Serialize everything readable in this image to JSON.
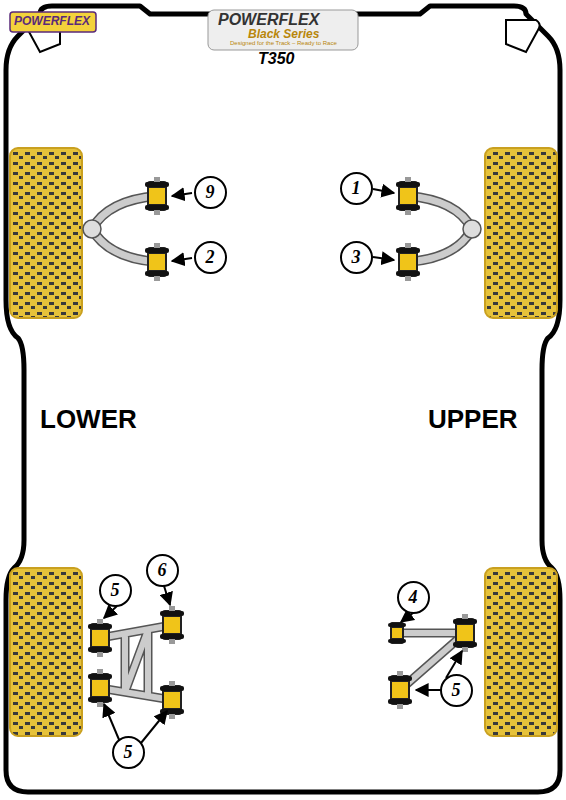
{
  "diagram": {
    "title": "T350",
    "nodes": [
      {
        "text": [
          "9"
        ]
      },
      {
        "text": [
          "1"
        ]
      },
      {
        "text": [
          "2"
        ]
      },
      {
        "text": [
          "3"
        ]
      },
      {
        "text": [
          "6"
        ]
      },
      {
        "text": [
          "5"
        ]
      },
      {
        "text": [
          "4"
        ]
      },
      {
        "text": [
          "5"
        ]
      },
      {
        "text": [
          "5"
        ]
      }
    ],
    "labels": [
      "POWERFLEX",
      "POWERFLEX",
      "Black Series",
      "Designed for the Track – Ready to Race",
      "LOWER",
      "UPPER"
    ]
  }
}
